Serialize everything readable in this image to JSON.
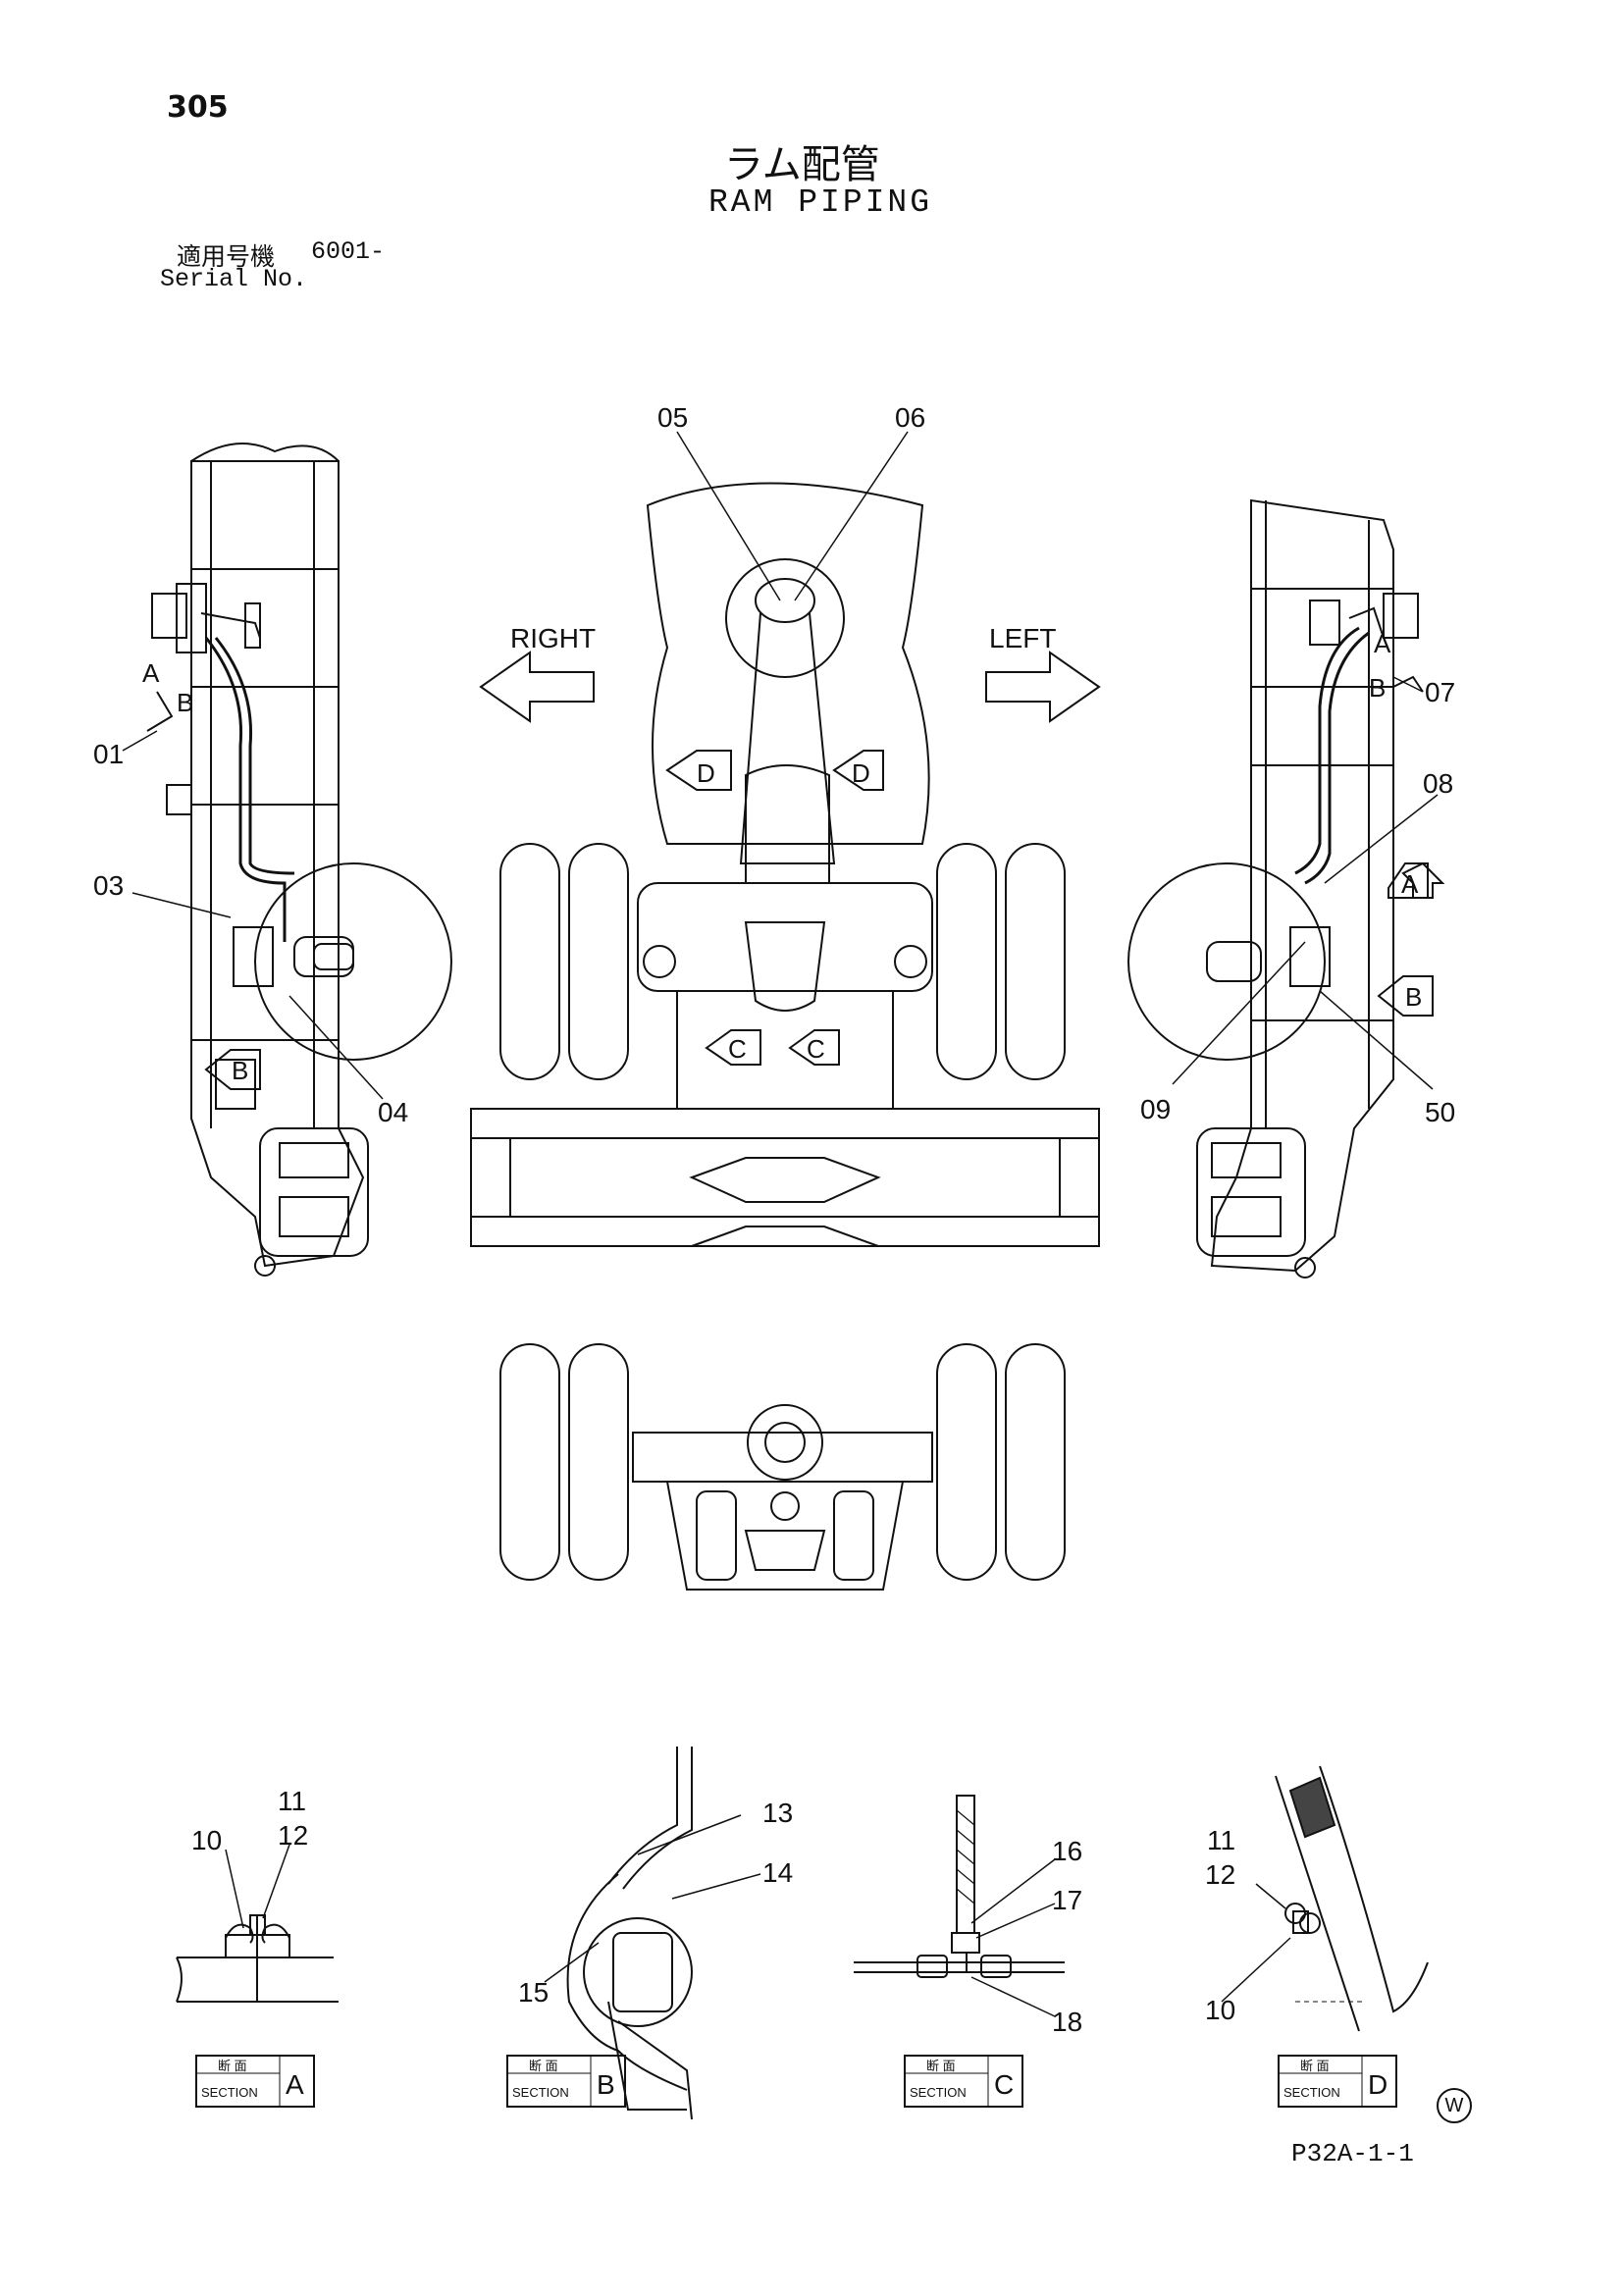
{
  "header": {
    "page_number": "305",
    "title_jp": "ラム配管",
    "title_en": "RAM PIPING",
    "serial_label_jp": "適用号機",
    "serial_value": "6001-",
    "serial_label_en": "Serial No."
  },
  "directions": {
    "right": "RIGHT",
    "left": "LEFT"
  },
  "callouts": {
    "c01": "01",
    "c03": "03",
    "c04": "04",
    "c05": "05",
    "c06": "06",
    "c07": "07",
    "c08": "08",
    "c09": "09",
    "c50": "50",
    "c10": "10",
    "c11": "11",
    "c12": "12",
    "c13": "13",
    "c14": "14",
    "c15": "15",
    "c16": "16",
    "c17": "17",
    "c18": "18"
  },
  "view_markers": {
    "a": "A",
    "b": "B",
    "c": "C",
    "d": "D"
  },
  "sections": [
    {
      "jp": "断 面",
      "label": "SECTION",
      "letter": "A"
    },
    {
      "jp": "断 面",
      "label": "SECTION",
      "letter": "B"
    },
    {
      "jp": "断 面",
      "label": "SECTION",
      "letter": "C"
    },
    {
      "jp": "断 面",
      "label": "SECTION",
      "letter": "D"
    }
  ],
  "footer": {
    "doc_code": "P32A-1-1",
    "mark": "W"
  }
}
